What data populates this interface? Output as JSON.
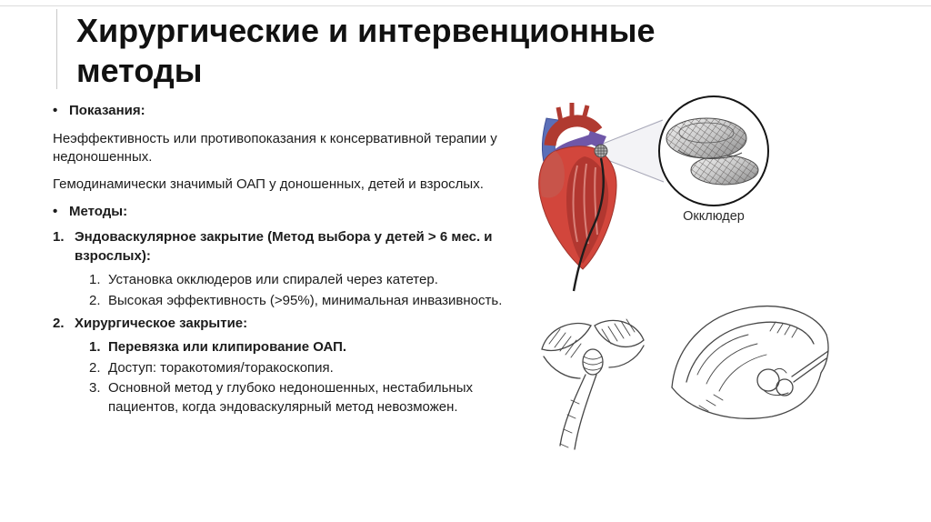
{
  "slide": {
    "title": "Хирургические и интервенционные методы"
  },
  "content": {
    "bullet_char": "•",
    "indications_label": "Показания:",
    "paragraphs": [
      "Неэффективность или противопоказания к консервативной терапии у недоношенных.",
      "Гемодинамически значимый ОАП у доношенных, детей и взрослых."
    ],
    "methods_label": "Методы:",
    "method1": {
      "num": "1.",
      "text": "Эндоваскулярное закрытие (Метод выбора у детей > 6 мес. и взрослых):",
      "sub": [
        {
          "num": "1.",
          "text": "Установка окклюдеров или спиралей через катетер."
        },
        {
          "num": "2.",
          "text": "Высокая эффективность (>95%), минимальная инвазивность."
        }
      ]
    },
    "method2": {
      "num": "2.",
      "text": "Хирургическое закрытие:",
      "sub": [
        {
          "num": "1.",
          "text": "Перевязка или клипирование ОАП."
        },
        {
          "num": "2.",
          "text": "Доступ: торакотомия/торакоскопия."
        },
        {
          "num": "3.",
          "text": "Основной метод у глубоко недоношенных, нестабильных пациентов, когда эндоваскулярный метод невозможен."
        }
      ]
    },
    "figure_caption": "Окклюдер"
  },
  "palette": {
    "heart_red": "#d2463c",
    "heart_dark_red": "#b23730",
    "vessel_blue": "#5b6fb8",
    "vessel_purple": "#6f57a8",
    "device_outline": "#4c4c4c",
    "sketch_ink": "#474747"
  }
}
